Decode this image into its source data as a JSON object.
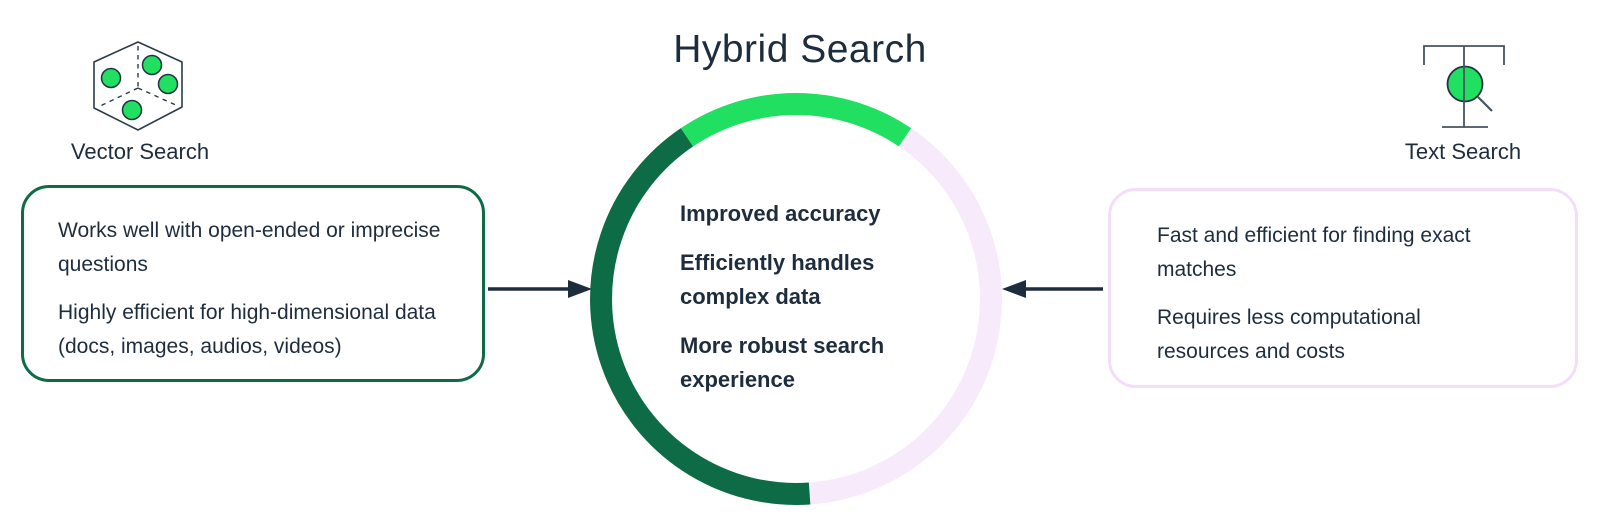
{
  "title": "Hybrid Search",
  "colors": {
    "background": "#ffffff",
    "ink": "#1e2d3d",
    "green_dark": "#0d6b46",
    "green_bright": "#21df60",
    "lavender": "#f6eafb",
    "lavender_border": "#f3def9",
    "icon_stroke": "#46535f"
  },
  "vector_search": {
    "label": "Vector Search",
    "points": [
      "Works well with open-ended or imprecise questions",
      "Highly efficient for high-dimensional data (docs, images, audios, videos)"
    ]
  },
  "hybrid_benefits": [
    "Improved accuracy",
    "Efficiently handles complex data",
    "More robust search experience"
  ],
  "text_search": {
    "label": "Text Search",
    "points": [
      "Fast and efficient for finding exact matches",
      "Requires less computational resources and costs"
    ]
  }
}
